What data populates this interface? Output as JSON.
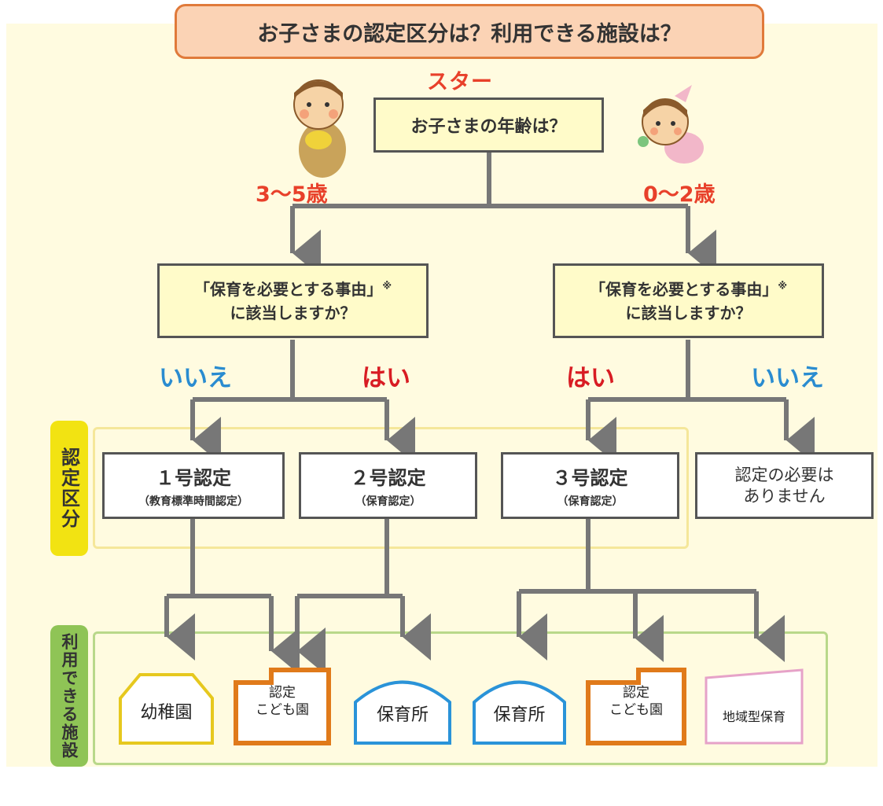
{
  "title": "お子さまの認定区分は？利用できる施設は？",
  "start_label": "スタート",
  "age_question": "お子さまの年齢は？",
  "age_left": "3～5歳",
  "age_right": "0～2歳",
  "reason_question": {
    "line1": "「保育を必要とする事由」",
    "mark": "※",
    "line2": "に該当しますか？"
  },
  "answers": {
    "yes": "はい",
    "no": "いいえ"
  },
  "section_labels": {
    "certification": "認定区分",
    "facilities": "利用できる施設"
  },
  "certifications": [
    {
      "title": "１号認定",
      "sub": "（教育標準時間認定）"
    },
    {
      "title": "２号認定",
      "sub": "（保育認定）"
    },
    {
      "title": "３号認定",
      "sub": "（保育認定）"
    },
    {
      "line1": "認定の必要は",
      "line2": "ありません"
    }
  ],
  "facilities": [
    {
      "label": "幼稚園",
      "color": "#e6c81e"
    },
    {
      "line1": "認定",
      "line2": "こども園",
      "color": "#e07a1a"
    },
    {
      "label": "保育所",
      "color": "#2a93d8"
    },
    {
      "label": "保育所",
      "color": "#2a93d8"
    },
    {
      "line1": "認定",
      "line2": "こども園",
      "color": "#e07a1a"
    },
    {
      "label": "地域型保育",
      "color": "#e6a2c8"
    }
  ],
  "colors": {
    "arrow": "#777777",
    "section_cert": "#f5e79a",
    "section_fac": "#b9d88a",
    "label_cert": "#f2e312",
    "label_fac": "#8fc456"
  }
}
